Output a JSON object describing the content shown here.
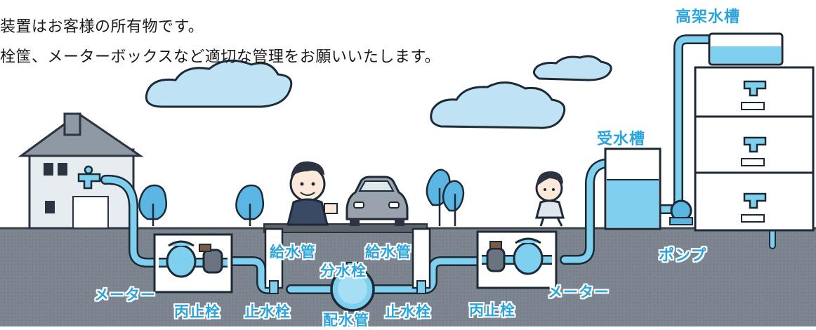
{
  "intro": {
    "line1": "装置はお客様の所有物です。",
    "line2": "栓筺、メーターボックスなど適切な管理をお願いいたします。"
  },
  "labels": {
    "elevated_tank": "高架水槽",
    "receiving_tank": "受水槽",
    "pump": "ポンプ",
    "supply_pipe_left": "給水管",
    "supply_pipe_right": "給水管",
    "branch_valve": "分水栓",
    "distribution_main": "配水管",
    "meter_left": "メーター",
    "meter_right": "メーター",
    "check_valve_left": "丙止栓",
    "check_valve_right": "丙止栓",
    "stop_valve_left": "止水栓",
    "stop_valve_right": "止水栓"
  },
  "colors": {
    "water_blue": "#7fd0ee",
    "label_blue": "#2aa4da",
    "ground": "#7d8590",
    "sky_cloud": "#bfe3f4",
    "tree_blue": "#5cb6e3"
  },
  "icons": [
    "house-icon",
    "faucet-icon",
    "tree-icon",
    "car-icon",
    "man-icon",
    "girl-icon",
    "cloud-icon",
    "pump-icon",
    "meter-icon",
    "water-tank-icon"
  ]
}
